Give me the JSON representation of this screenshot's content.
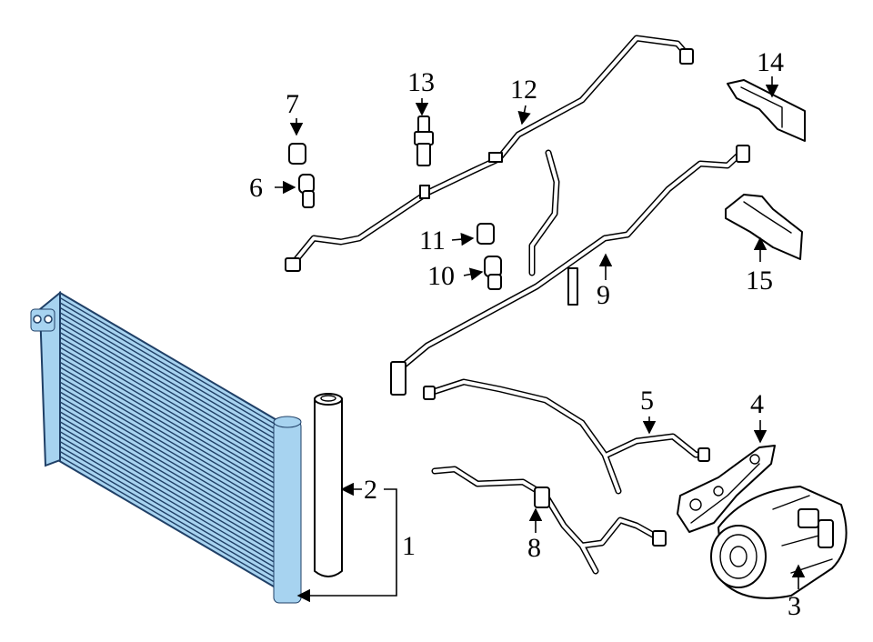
{
  "colors": {
    "highlight_fill": "#a7d3f0",
    "highlight_stroke": "#1f3f66",
    "line": "#000000",
    "background": "#ffffff"
  },
  "callouts": [
    {
      "id": "1",
      "text": "1"
    },
    {
      "id": "2",
      "text": "2"
    },
    {
      "id": "3",
      "text": "3"
    },
    {
      "id": "4",
      "text": "4"
    },
    {
      "id": "5",
      "text": "5"
    },
    {
      "id": "6",
      "text": "6"
    },
    {
      "id": "7",
      "text": "7"
    },
    {
      "id": "8",
      "text": "8"
    },
    {
      "id": "9",
      "text": "9"
    },
    {
      "id": "10",
      "text": "10"
    },
    {
      "id": "11",
      "text": "11"
    },
    {
      "id": "12",
      "text": "12"
    },
    {
      "id": "13",
      "text": "13"
    },
    {
      "id": "14",
      "text": "14"
    },
    {
      "id": "15",
      "text": "15"
    }
  ],
  "highlighted_part": "condenser"
}
